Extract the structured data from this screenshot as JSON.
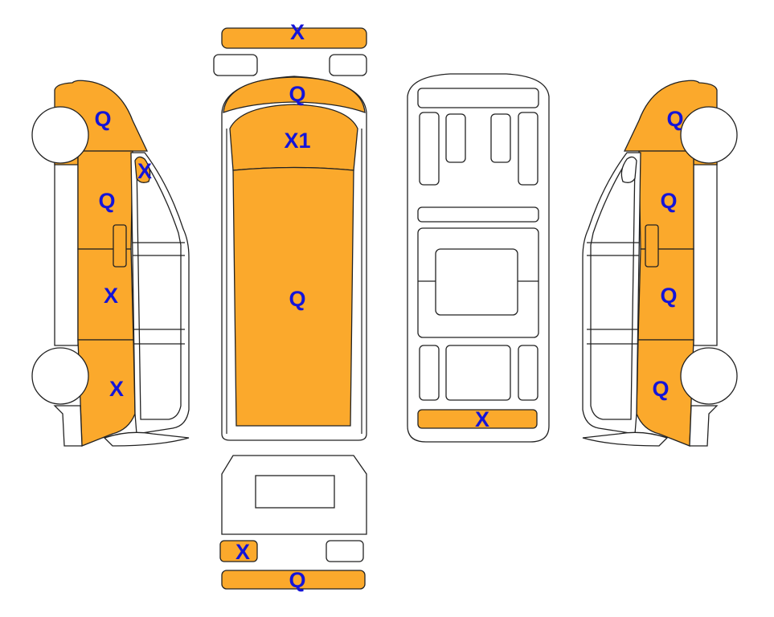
{
  "colors": {
    "damaged": "#FBA92C",
    "label": "#1414D8",
    "outline": "#222222"
  },
  "views": {
    "left_side": {
      "front_fender": "Q",
      "mirror": "X",
      "front_door": "Q",
      "sliding_door": "X",
      "rear_quarter": "X"
    },
    "top": {
      "front_bumper": "X",
      "hood": "Q",
      "windshield": "X1",
      "roof": "Q"
    },
    "floor": {
      "rear_step": "X"
    },
    "right_side": {
      "front_fender": "Q",
      "front_door": "Q",
      "sliding_door": "Q",
      "rear_quarter": "Q"
    },
    "rear": {
      "tail_light_left": "X",
      "rear_bumper": "Q"
    }
  }
}
